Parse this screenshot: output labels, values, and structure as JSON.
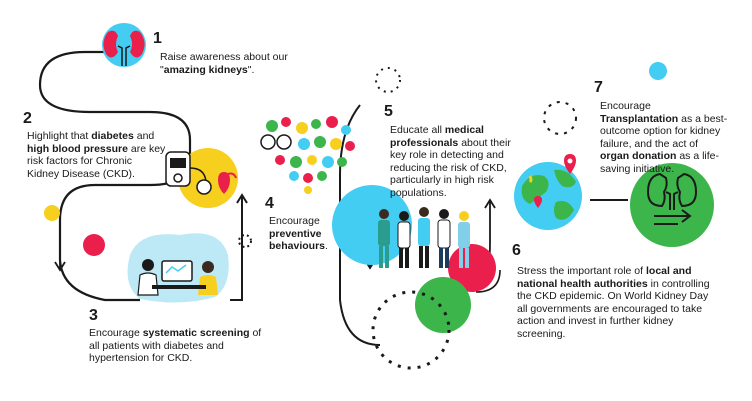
{
  "steps": [
    {
      "num": "1",
      "pre": "Raise awareness about our \"",
      "bold": "amazing kidneys",
      "post": "\"."
    },
    {
      "num": "2",
      "pre": "Highlight that ",
      "bold": "diabetes",
      "mid": " and ",
      "bold2": "high blood pressure",
      "post": " are key risk factors for Chronic Kidney Disease (CKD)."
    },
    {
      "num": "3",
      "pre": "Encourage ",
      "bold": "systematic screening",
      "post": " of all patients with diabetes and hypertension for CKD."
    },
    {
      "num": "4",
      "pre": "Encourage ",
      "bold": "preventive behaviours",
      "post": "."
    },
    {
      "num": "5",
      "pre": "Educate all ",
      "bold": "medical professionals",
      "post": " about their key role in detecting and reducing the risk of CKD, particularly in high risk populations."
    },
    {
      "num": "6",
      "pre": "Stress the important role of ",
      "bold": "local and national health authorities",
      "post": " in controlling the CKD epidemic. On World Kidney Day all governments are encouraged to take action and invest in further kidney screening."
    },
    {
      "num": "7",
      "pre": "Encourage ",
      "bold": "Transplantation",
      "mid": " as a best-outcome option for kidney failure, and the act of ",
      "bold2": "organ donation",
      "post": " as a life-saving initiative."
    }
  ],
  "colors": {
    "yellow": "#f7cf1f",
    "red": "#ea1f4b",
    "blue": "#43cdf2",
    "green": "#3cb54a",
    "dark": "#1a1a1a"
  },
  "icons": [
    "kidneys-icon",
    "blood-pressure-monitor-icon",
    "doctor-patient-icon",
    "healthy-lifestyle-heart-icon",
    "medical-professionals-icon",
    "globe-icon",
    "kidney-donation-icon"
  ]
}
